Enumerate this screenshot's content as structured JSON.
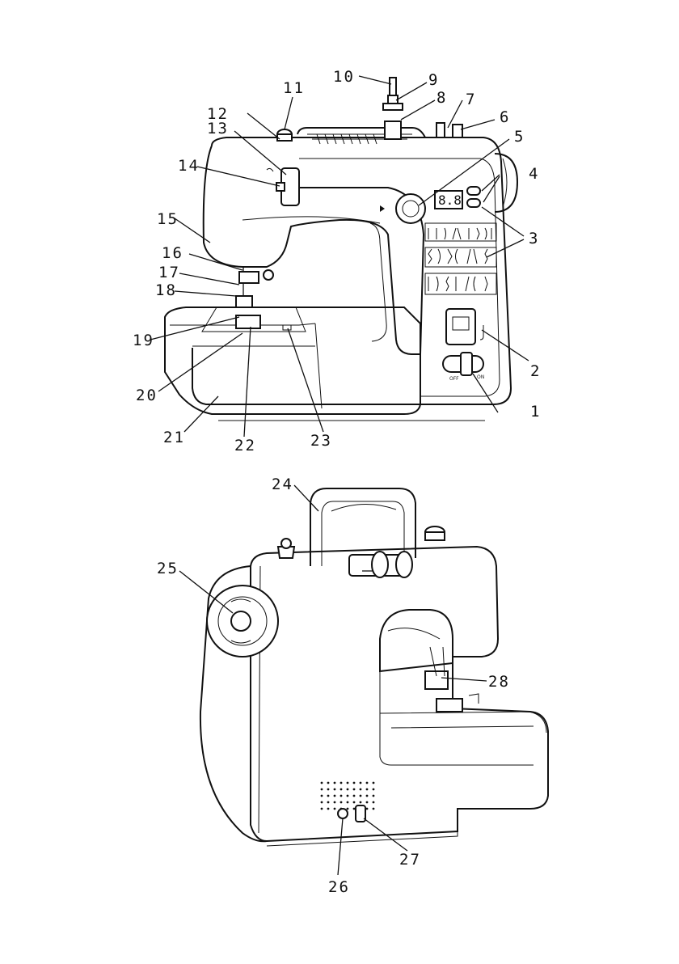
{
  "callouts": [
    "1",
    "2",
    "3",
    "4",
    "5",
    "6",
    "7",
    "8",
    "9",
    "10",
    "11",
    "12",
    "13",
    "14",
    "15",
    "16",
    "17",
    "18",
    "19",
    "20",
    "21",
    "22",
    "23",
    "24",
    "25",
    "26",
    "27",
    "28"
  ],
  "switch_labels": {
    "off": "OFF",
    "on": "ON"
  }
}
